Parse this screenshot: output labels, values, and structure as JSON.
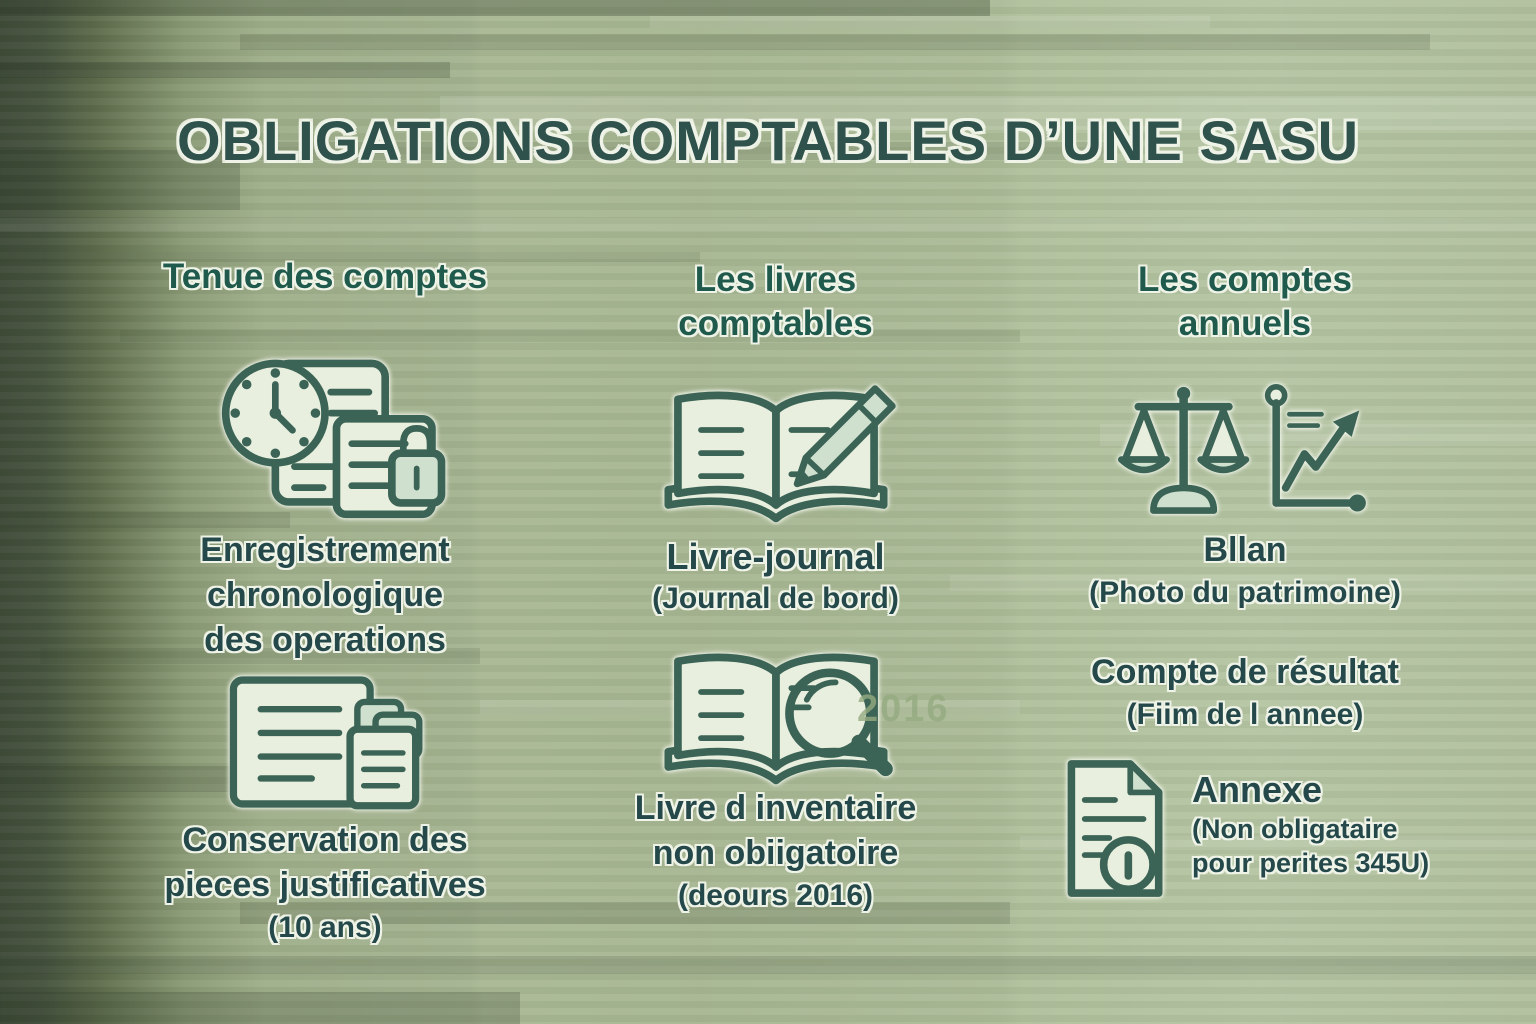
{
  "title": "OBLIGATIONS COMPTABLES D’UNE SASU",
  "columns": [
    {
      "header_lines": [
        "Tenue des comptes"
      ],
      "items": [
        {
          "icon": "clock-document-lock-icon",
          "lines": [
            "Enregistrement",
            "chronologique",
            "des operations"
          ]
        },
        {
          "icon": "stacked-documents-icon",
          "lines": [
            "Conservation des",
            "pieces justificatives",
            "(10 ans)"
          ]
        }
      ]
    },
    {
      "header_lines": [
        "Les livres",
        "comptables"
      ],
      "items": [
        {
          "icon": "open-book-pencil-icon",
          "lines": [
            "Livre-journal",
            "(Journal de bord)"
          ]
        },
        {
          "icon": "open-book-magnifier-icon",
          "watermark": "2016",
          "lines": [
            "Livre d inventaire",
            "non obiigatoire",
            "(deours 2016)"
          ]
        }
      ]
    },
    {
      "header_lines": [
        "Les comptes",
        "annuels"
      ],
      "items": [
        {
          "icon": "balance-scales-growth-chart-icon",
          "lines": [
            "Bllan",
            "(Photo du patrimoine)"
          ]
        },
        {
          "lines": [
            "Compte de résultat",
            "(Fiim de l annee)"
          ]
        },
        {
          "icon": "annexe-document-info-icon",
          "lines": [
            "Annexe",
            "(Non obligataire",
            "pour perites 345U)"
          ]
        }
      ]
    }
  ],
  "colors": {
    "background_sage": "#aab996",
    "background_dark_left": "#424f3a",
    "title_text": "#2f524c",
    "header_text": "#1f5a4d",
    "body_text": "#25494a",
    "icon_stroke": "#3c6456",
    "icon_fill": "#e9efdf",
    "watermark_text": "#94aa80",
    "halo": "#f0f4e8"
  }
}
